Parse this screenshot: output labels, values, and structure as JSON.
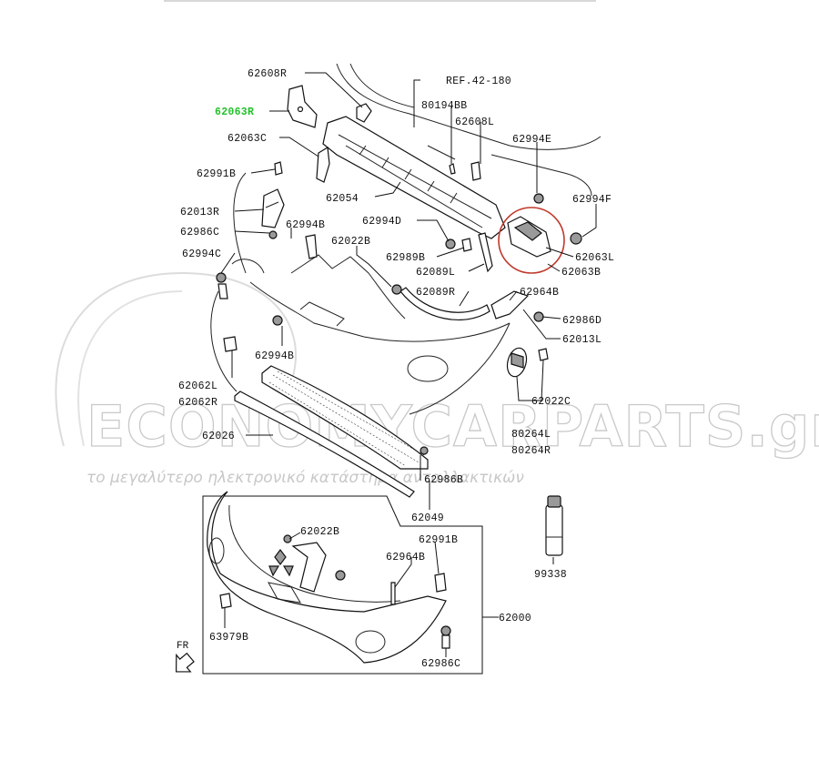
{
  "diagram": {
    "highlighted_part": "62063R",
    "ref_label": "REF.42-180",
    "front_marker": "FR",
    "labels": {
      "p62608R": "62608R",
      "p62063R": "62063R",
      "p80194BB": "80194BB",
      "p62608L": "62608L",
      "p62063C": "62063C",
      "p62994E_a": "62994E",
      "p62991B_a": "62991B",
      "p62054": "62054",
      "p62994F": "62994F",
      "p62013R": "62013R",
      "p62994D": "62994D",
      "p62986C_a": "62986C",
      "p62994B_a": "62994B",
      "p62022B_a": "62022B",
      "p62063L": "62063L",
      "p62994C": "62994C",
      "p62989B": "62989B",
      "p62063B": "62063B",
      "p62089L": "62089L",
      "p62089R": "62089R",
      "p62964B_a": "62964B",
      "p62986D": "62986D",
      "p62013L": "62013L",
      "p62994B_b": "62994B",
      "p62062L": "62062L",
      "p62062R": "62062R",
      "p62022C": "62022C",
      "p62026": "62026",
      "p80264L": "80264L",
      "p80264R": "80264R",
      "p62986B": "62986B",
      "p62049": "62049",
      "p99338": "99338",
      "p62022B_b": "62022B",
      "p62991B_b": "62991B",
      "p62964B_b": "62964B",
      "p62000": "62000",
      "p63979B": "63979B",
      "p62986C_b": "62986C"
    }
  },
  "watermark": {
    "brand": "ECONOMYCARPARTS.gr",
    "tagline": "το μεγαλύτερο ηλεκτρονικό κατάστημα ανταλλακτικών"
  },
  "colors": {
    "highlight_label": "#22c12a",
    "highlight_circle": "#c0392b",
    "line": "#111111"
  }
}
